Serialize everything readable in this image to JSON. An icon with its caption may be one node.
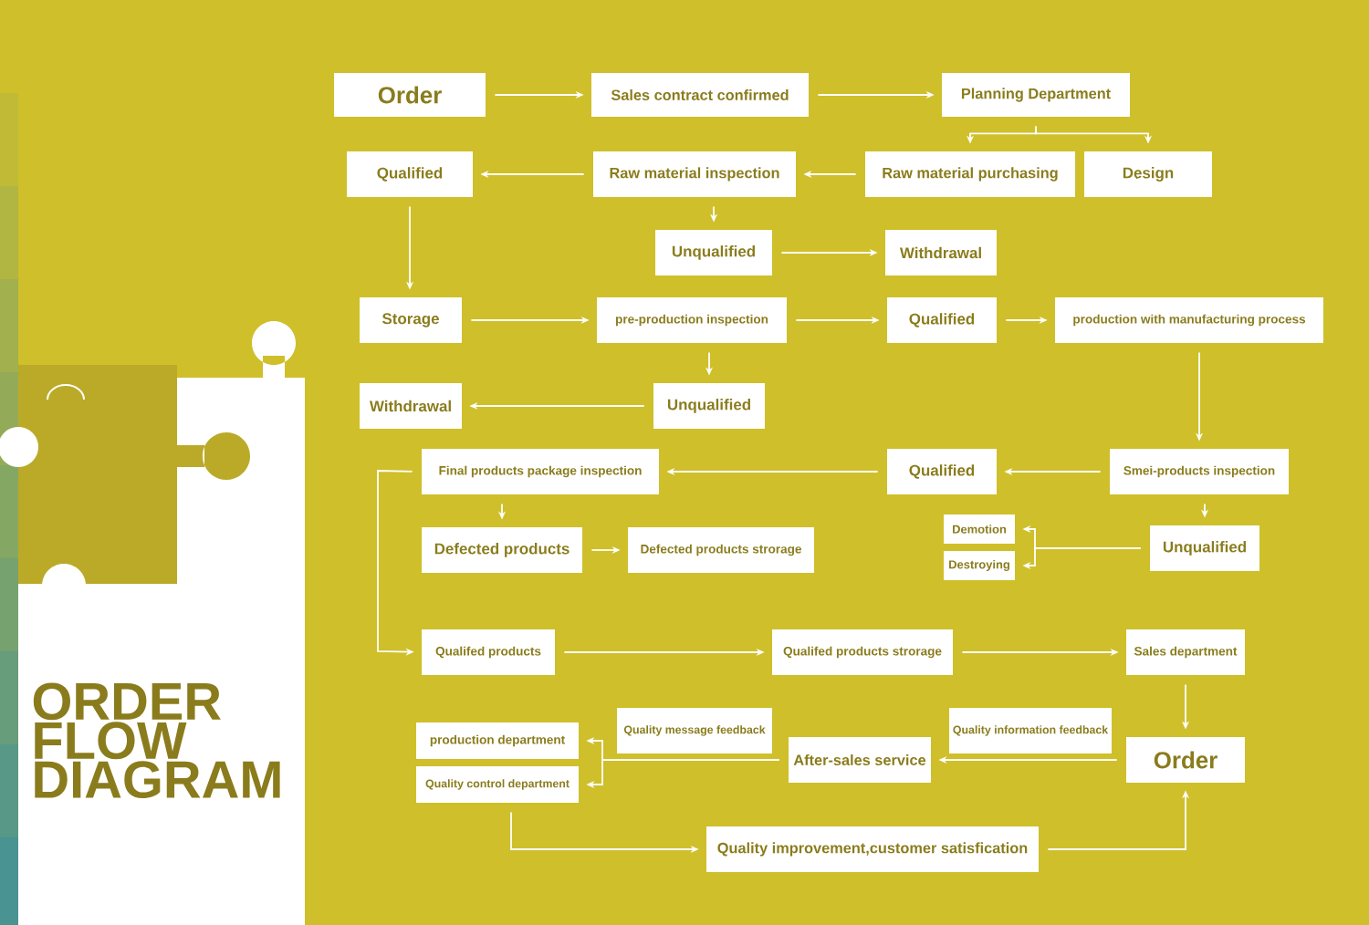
{
  "diagram": {
    "title": "ORDER FLOW DIAGRAM",
    "nodes": [
      {
        "text": [
          "Order"
        ]
      },
      {
        "text": [
          "Sales contract confirmed"
        ]
      },
      {
        "text": [
          "Planning Department"
        ]
      },
      {
        "text": [
          "Qualified"
        ]
      },
      {
        "text": [
          "Raw material inspection"
        ]
      },
      {
        "text": [
          "Raw material purchasing"
        ]
      },
      {
        "text": [
          "Design"
        ]
      },
      {
        "text": [
          "Unqualified"
        ]
      },
      {
        "text": [
          "Withdrawal"
        ]
      },
      {
        "text": [
          "Storage"
        ]
      },
      {
        "text": [
          "pre-production inspection"
        ]
      },
      {
        "text": [
          "Qualified"
        ]
      },
      {
        "text": [
          "production with manufacturing process"
        ]
      },
      {
        "text": [
          "Withdrawal"
        ]
      },
      {
        "text": [
          "Unqualified"
        ]
      },
      {
        "text": [
          "Final products package inspection"
        ]
      },
      {
        "text": [
          "Qualified"
        ]
      },
      {
        "text": [
          "Smei-products inspection"
        ]
      },
      {
        "text": [
          "Defected products"
        ]
      },
      {
        "text": [
          "Defected products strorage"
        ]
      },
      {
        "text": [
          "Demotion"
        ]
      },
      {
        "text": [
          "Destroying"
        ]
      },
      {
        "text": [
          "Unqualified"
        ]
      },
      {
        "text": [
          "Qualifed products"
        ]
      },
      {
        "text": [
          "Qualifed products strorage"
        ]
      },
      {
        "text": [
          "Sales department"
        ]
      },
      {
        "text": [
          "Quality message feedback"
        ]
      },
      {
        "text": [
          "Quality information feedback"
        ]
      },
      {
        "text": [
          "production department"
        ]
      },
      {
        "text": [
          "After-sales service"
        ]
      },
      {
        "text": [
          "Order"
        ]
      },
      {
        "text": [
          "Quality control department"
        ]
      },
      {
        "text": [
          "Quality improvement,customer satisfication"
        ]
      }
    ],
    "edges": [
      {
        "from": 0,
        "to": 1,
        "arrow": "to"
      },
      {
        "from": 1,
        "to": 2,
        "arrow": "to"
      },
      {
        "from": 2,
        "to": 5,
        "arrow": "to"
      },
      {
        "from": 2,
        "to": 6,
        "arrow": "to"
      },
      {
        "from": 5,
        "to": 4,
        "arrow": "to"
      },
      {
        "from": 4,
        "to": 3,
        "arrow": "to"
      },
      {
        "from": 4,
        "to": 7,
        "arrow": "to"
      },
      {
        "from": 7,
        "to": 8,
        "arrow": "to"
      },
      {
        "from": 3,
        "to": 9,
        "arrow": "to"
      },
      {
        "from": 9,
        "to": 10,
        "arrow": "to"
      },
      {
        "from": 10,
        "to": 11,
        "arrow": "to"
      },
      {
        "from": 11,
        "to": 12,
        "arrow": "to"
      },
      {
        "from": 10,
        "to": 14,
        "arrow": "to"
      },
      {
        "from": 14,
        "to": 13,
        "arrow": "to"
      },
      {
        "from": 12,
        "to": 17,
        "arrow": "to"
      },
      {
        "from": 17,
        "to": 16,
        "arrow": "to"
      },
      {
        "from": 16,
        "to": 15,
        "arrow": "to"
      },
      {
        "from": 15,
        "to": 18,
        "arrow": "to"
      },
      {
        "from": 18,
        "to": 19,
        "arrow": "to"
      },
      {
        "from": 15,
        "to": 23,
        "arrow": "to"
      },
      {
        "from": 17,
        "to": 22,
        "arrow": "to"
      },
      {
        "from": 22,
        "to": 20,
        "arrow": "to"
      },
      {
        "from": 22,
        "to": 21,
        "arrow": "to"
      },
      {
        "from": 23,
        "to": 24,
        "arrow": "to"
      },
      {
        "from": 24,
        "to": 25,
        "arrow": "to"
      },
      {
        "from": 25,
        "to": 30,
        "arrow": "to"
      },
      {
        "from": 30,
        "to": 29,
        "arrow": "to"
      },
      {
        "from": 29,
        "to": 28,
        "arrow": "to"
      },
      {
        "from": 29,
        "to": 31,
        "arrow": "to"
      },
      {
        "from": 31,
        "to": 32,
        "arrow": "to"
      },
      {
        "from": 32,
        "to": 30,
        "arrow": "to"
      }
    ]
  }
}
